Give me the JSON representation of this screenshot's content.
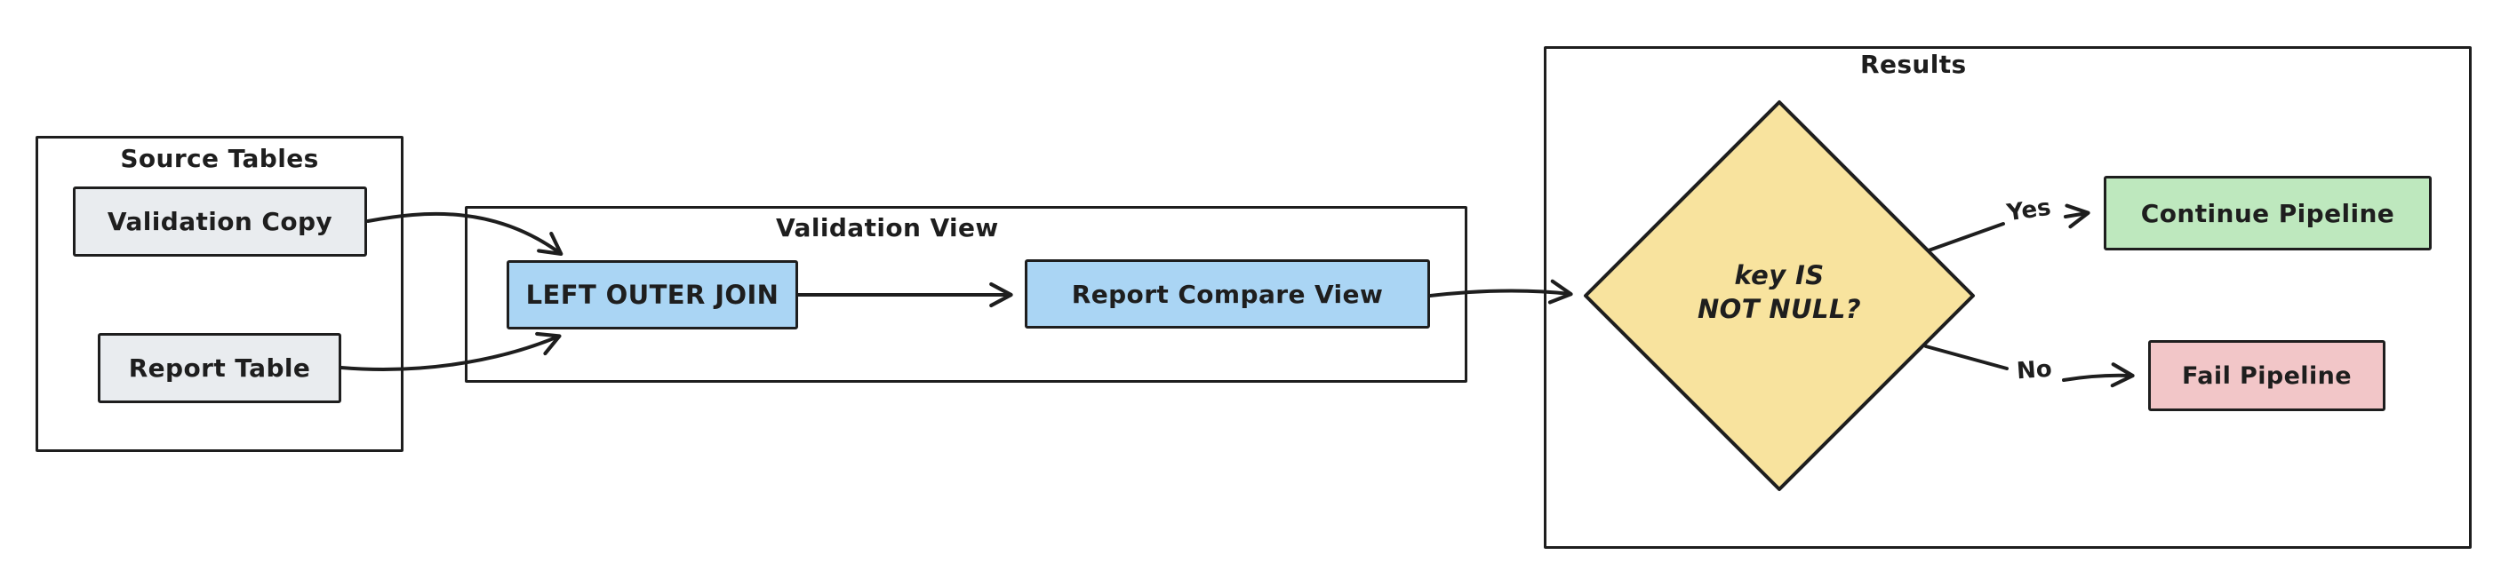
{
  "diagram": {
    "background": "#ffffff",
    "stroke_color": "#1e1e1e",
    "containers": {
      "source_tables": {
        "title": "Source Tables"
      },
      "validation_view": {
        "title": "Validation View"
      },
      "results": {
        "title": "Results"
      }
    },
    "nodes": {
      "validation_copy": {
        "label": "Validation Copy",
        "fill": "#e9ecef"
      },
      "report_table": {
        "label": "Report Table",
        "fill": "#e9ecef"
      },
      "left_outer_join": {
        "label": "LEFT OUTER JOIN",
        "fill": "#aad5f4"
      },
      "report_compare_view": {
        "label": "Report Compare View",
        "fill": "#aad5f4"
      },
      "decision": {
        "label_line1": "key IS",
        "label_line2": "NOT NULL?",
        "fill": "#f8e39e"
      },
      "continue_pipeline": {
        "label": "Continue Pipeline",
        "fill": "#bee8be"
      },
      "fail_pipeline": {
        "label": "Fail Pipeline",
        "fill": "#f2c6c8"
      }
    },
    "edges": {
      "yes_label": "Yes",
      "no_label": "No"
    }
  }
}
